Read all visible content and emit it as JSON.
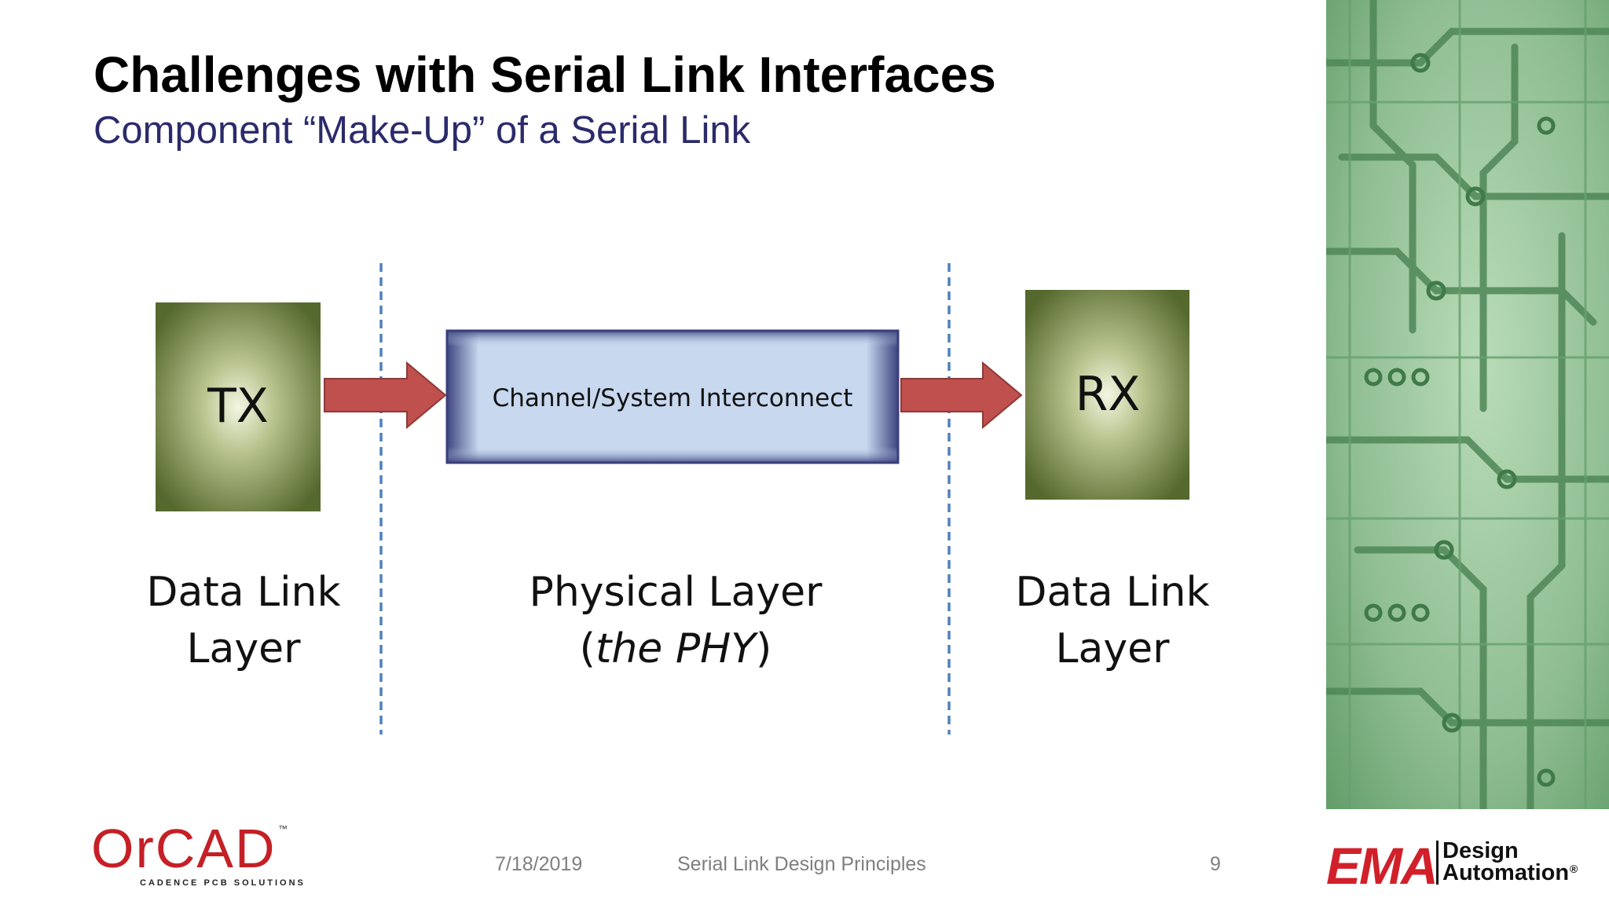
{
  "slide": {
    "title": "Challenges with Serial Link Interfaces",
    "subtitle": "Component “Make-Up” of a Serial Link"
  },
  "diagram": {
    "tx_label": "TX",
    "channel_label": "Channel/System Interconnect",
    "rx_label": "RX",
    "left_layer": {
      "line1": "Data Link",
      "line2": "Layer"
    },
    "middle_layer": {
      "line1": "Physical Layer",
      "line2_prefix": "(",
      "line2_italic": "the PHY",
      "line2_suffix": ")"
    },
    "right_layer": {
      "line1": "Data Link",
      "line2": "Layer"
    },
    "colors": {
      "tx_rx_box": "#5f7233",
      "channel_box": "#c7d8ef",
      "channel_border": "#3b3f7a",
      "arrow": "#c0504d",
      "divider": "#4f81bd"
    }
  },
  "footer": {
    "date": "7/18/2019",
    "title": "Serial Link Design Principles",
    "page": "9"
  },
  "logos": {
    "orcad": {
      "word": "OrCAD",
      "tagline": "CADENCE PCB SOLUTIONS",
      "tm": "™"
    },
    "ema": {
      "word": "EMA",
      "line1": "Design",
      "line2": "Automation",
      "reg": "®"
    }
  }
}
